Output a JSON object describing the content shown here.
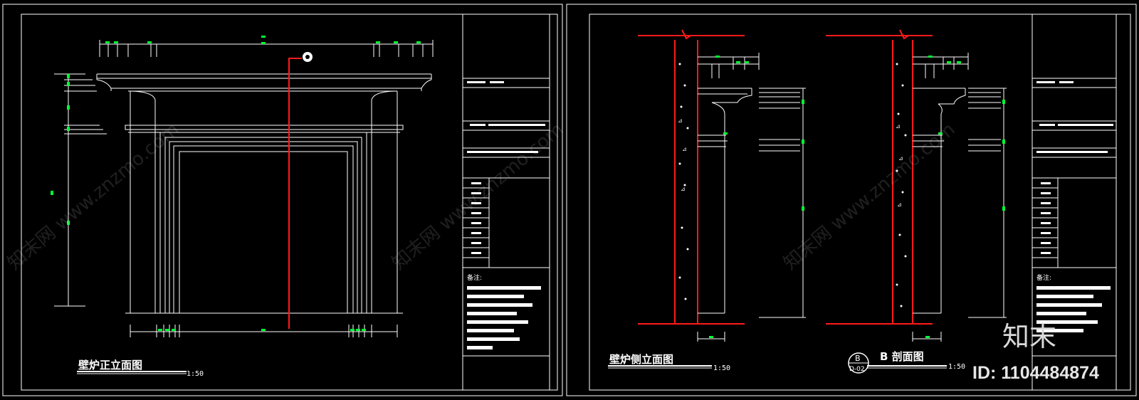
{
  "sheet_left": {
    "view_title": "壁炉正立面图",
    "scale": "1:50",
    "notes_label": "备注:"
  },
  "sheet_right": {
    "side_view_title": "壁炉侧立面图",
    "side_scale": "1:50",
    "section_title": "B  剖面图",
    "section_scale": "1:50",
    "section_bubble_top": "B",
    "section_bubble_bottom": "D-02",
    "notes_label": "备注:"
  },
  "watermark": {
    "text": "知末网 www.znzmo.com",
    "brand": "知末",
    "id_label": "ID: 1104484874"
  },
  "colors": {
    "background": "#000000",
    "linework": "#ffffff",
    "section_cut": "#ff1a1a",
    "dimension": "#00ff33"
  }
}
